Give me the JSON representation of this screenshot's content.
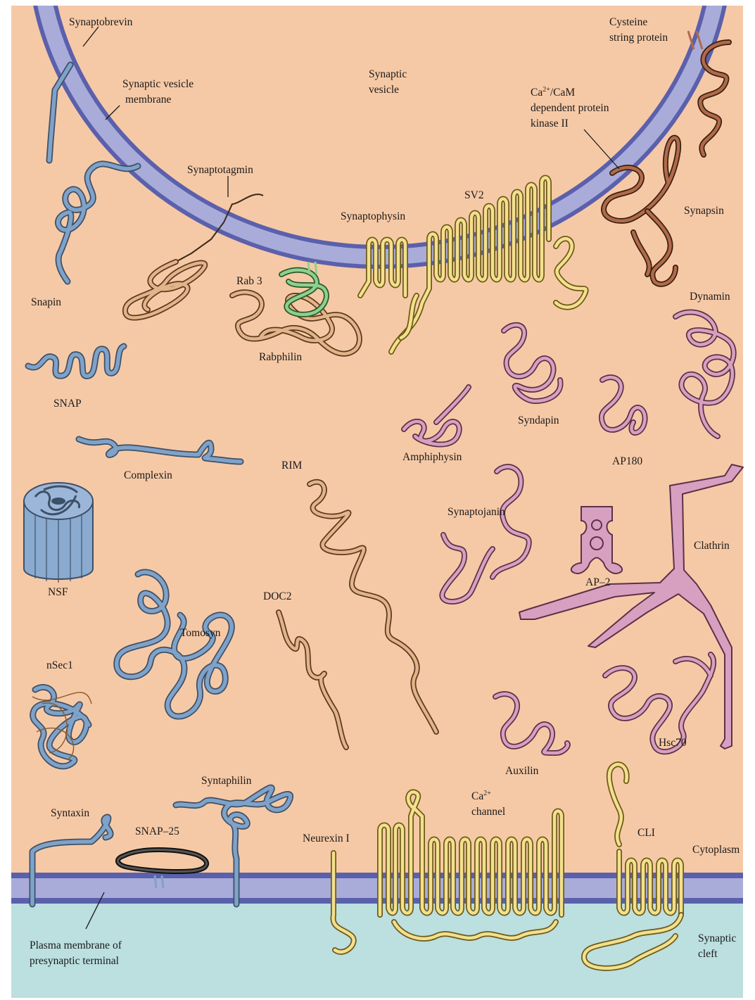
{
  "colors": {
    "cytoplasm": "#f6c9a6",
    "synaptic_cleft": "#bcdfe0",
    "membrane_edge": "#6a6fb8",
    "membrane_core": "#a9acd8",
    "blue_protein": "#7fa2c8",
    "tan_protein": "#e2b48a",
    "yellow_protein": "#f2e08e",
    "pink_protein": "#d8a0c0",
    "brown_protein": "#b06a4a",
    "green_protein": "#8ed08e"
  },
  "labels": {
    "synaptobrevin": "Synaptobrevin",
    "synaptic_vesicle_membrane_1": "Synaptic vesicle",
    "synaptic_vesicle_membrane_2": "membrane",
    "synaptic_vesicle_1": "Synaptic",
    "synaptic_vesicle_2": "vesicle",
    "cysteine_1": "Cysteine",
    "cysteine_2": "string protein",
    "camk_1_pre": "Ca",
    "camk_1_sup": "2+",
    "camk_1_post": "/CaM",
    "camk_2": "dependent protein",
    "camk_3": "kinase II",
    "synaptotagmin": "Synaptotagmin",
    "sv2": "SV2",
    "synaptophysin": "Synaptophysin",
    "synapsin": "Synapsin",
    "snapin": "Snapin",
    "rab3": "Rab 3",
    "rabphilin": "Rabphilin",
    "dynamin": "Dynamin",
    "snap": "SNAP",
    "syndapin": "Syndapin",
    "amphiphysin": "Amphiphysin",
    "ap180": "AP180",
    "complexin": "Complexin",
    "rim": "RIM",
    "synaptojanin": "Synaptojanin",
    "clathrin": "Clathrin",
    "nsf": "NSF",
    "ap2": "AP–2",
    "doc2": "DOC2",
    "tomosyn": "Tomosyn",
    "nsec1": "nSec1",
    "hsc70": "Hsc70",
    "auxilin": "Auxilin",
    "syntaphilin": "Syntaphilin",
    "ca_channel_sup": "2+",
    "ca_channel_1": "Ca",
    "ca_channel_2": "channel",
    "syntaxin": "Syntaxin",
    "snap25": "SNAP–25",
    "neurexin": "Neurexin I",
    "cli": "CLI",
    "cytoplasm": "Cytoplasm",
    "plasma_membrane_1": "Plasma membrane of",
    "plasma_membrane_2": "presynaptic terminal",
    "synaptic_cleft_1": "Synaptic",
    "synaptic_cleft_2": "cleft"
  }
}
